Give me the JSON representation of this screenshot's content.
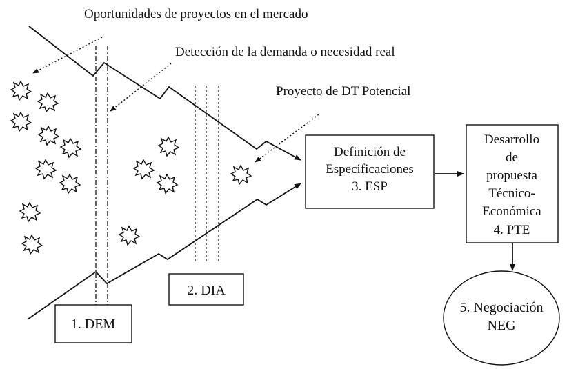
{
  "diagram": {
    "annotations": {
      "opportunities": "Oportunidades de proyectos en el mercado",
      "demand_detection": "Detección de la demanda o necesidad real",
      "potential_project": "Proyecto de DT Potencial"
    },
    "stages": {
      "dem": "1. DEM",
      "dia": "2. DIA",
      "esp": [
        "Definición de",
        "Especificaciones",
        "3. ESP"
      ],
      "pte": [
        "Desarrollo",
        "de",
        "propuesta",
        "Técnico-",
        "Económica",
        "4. PTE"
      ],
      "neg": [
        "5. Negociación",
        "NEG"
      ]
    },
    "icons": {
      "opportunity": "burst-icon"
    },
    "colors": {
      "ink": "#111111",
      "background": "#ffffff"
    }
  }
}
